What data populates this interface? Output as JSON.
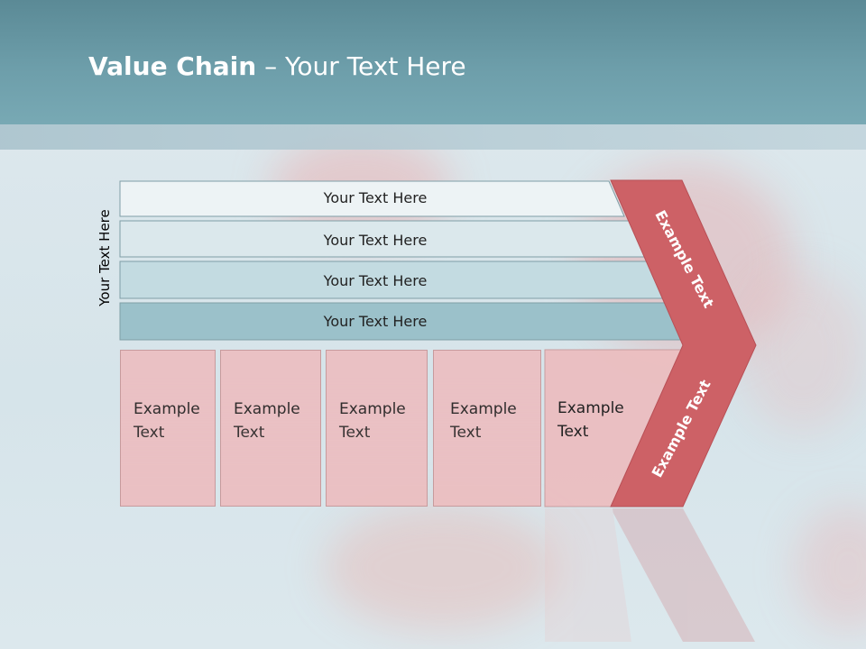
{
  "title": {
    "bold": "Value Chain",
    "rest": " – Your Text Here"
  },
  "side_label": "Your Text Here",
  "bars": [
    {
      "label": "Your Text Here"
    },
    {
      "label": "Your Text Here"
    },
    {
      "label": "Your Text Here"
    },
    {
      "label": "Your Text Here"
    }
  ],
  "cards": [
    {
      "line1": "Example",
      "line2": "Text"
    },
    {
      "line1": "Example",
      "line2": "Text"
    },
    {
      "line1": "Example",
      "line2": "Text"
    },
    {
      "line1": "Example",
      "line2": "Text"
    },
    {
      "line1": "Example",
      "line2": "Text"
    }
  ],
  "chevron": {
    "upper": "Example Text",
    "lower": "Example Text"
  },
  "colors": {
    "header": "#6d9eaa",
    "chevron": "#cd6166",
    "card": "#ecbec0",
    "bar1": "#edf3f5",
    "bar2": "#dbe8ec",
    "bar3": "#c3dbe1",
    "bar4": "#9bc1ca"
  }
}
